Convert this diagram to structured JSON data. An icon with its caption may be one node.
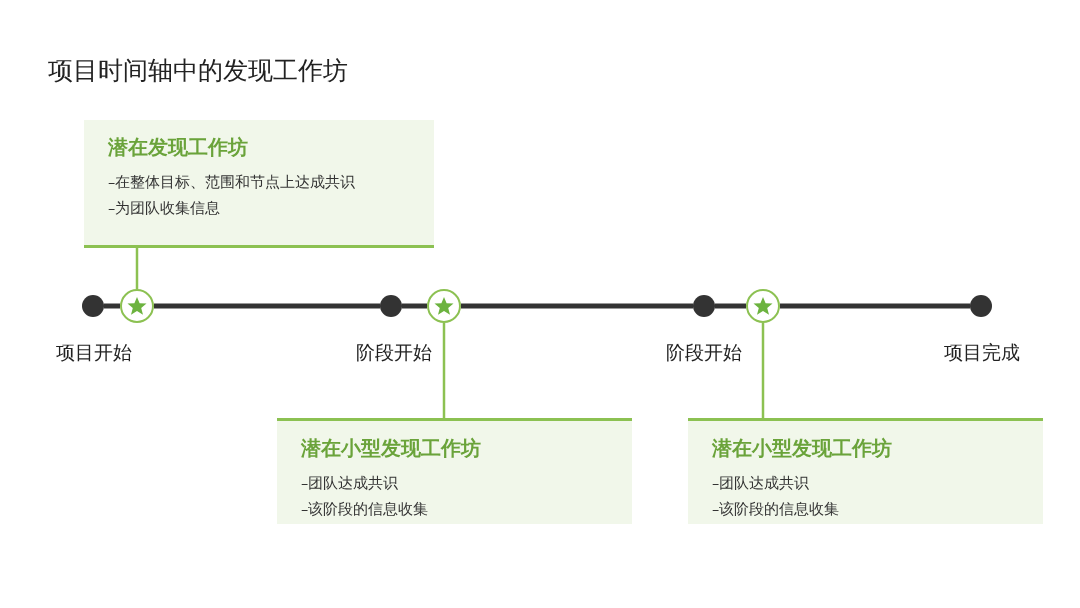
{
  "diagram": {
    "title": "项目时间轴中的发现工作坊",
    "nodes": [
      {
        "text": [
          "潜在发现工作坊",
          "–在整体目标、范围和节点上达成共识",
          "–为团队收集信息"
        ]
      },
      {
        "text": [],
        "shape": "circle",
        "beside": [
          "项目开始"
        ]
      },
      {
        "text": [],
        "shape": "circle"
      },
      {
        "text": [],
        "shape": "circle",
        "beside": [
          "阶段开始"
        ]
      },
      {
        "text": [],
        "shape": "circle"
      },
      {
        "text": [],
        "shape": "circle",
        "beside": [
          "阶段开始"
        ]
      },
      {
        "text": [],
        "shape": "circle"
      },
      {
        "text": [],
        "shape": "circle",
        "beside": [
          "项目完成"
        ]
      },
      {
        "text": [
          "潜在小型发现工作坊",
          "–团队达成共识",
          "–该阶段的信息收集"
        ]
      },
      {
        "text": [
          "潜在小型发现工作坊",
          "–团队达成共识",
          "–该阶段的信息收集"
        ]
      }
    ],
    "edges": [
      {
        "from": 1,
        "to": 2,
        "arrow": "none"
      },
      {
        "from": 2,
        "to": 3,
        "arrow": "none"
      },
      {
        "from": 3,
        "to": 4,
        "arrow": "none"
      },
      {
        "from": 4,
        "to": 5,
        "arrow": "none"
      },
      {
        "from": 5,
        "to": 6,
        "arrow": "none"
      },
      {
        "from": 6,
        "to": 7,
        "arrow": "none"
      },
      {
        "from": 0,
        "to": 2,
        "arrow": "none",
        "color": "#8cc152"
      },
      {
        "from": 8,
        "to": 4,
        "arrow": "none",
        "color": "#8cc152"
      },
      {
        "from": 9,
        "to": 6,
        "arrow": "none",
        "color": "#8cc152"
      }
    ]
  }
}
